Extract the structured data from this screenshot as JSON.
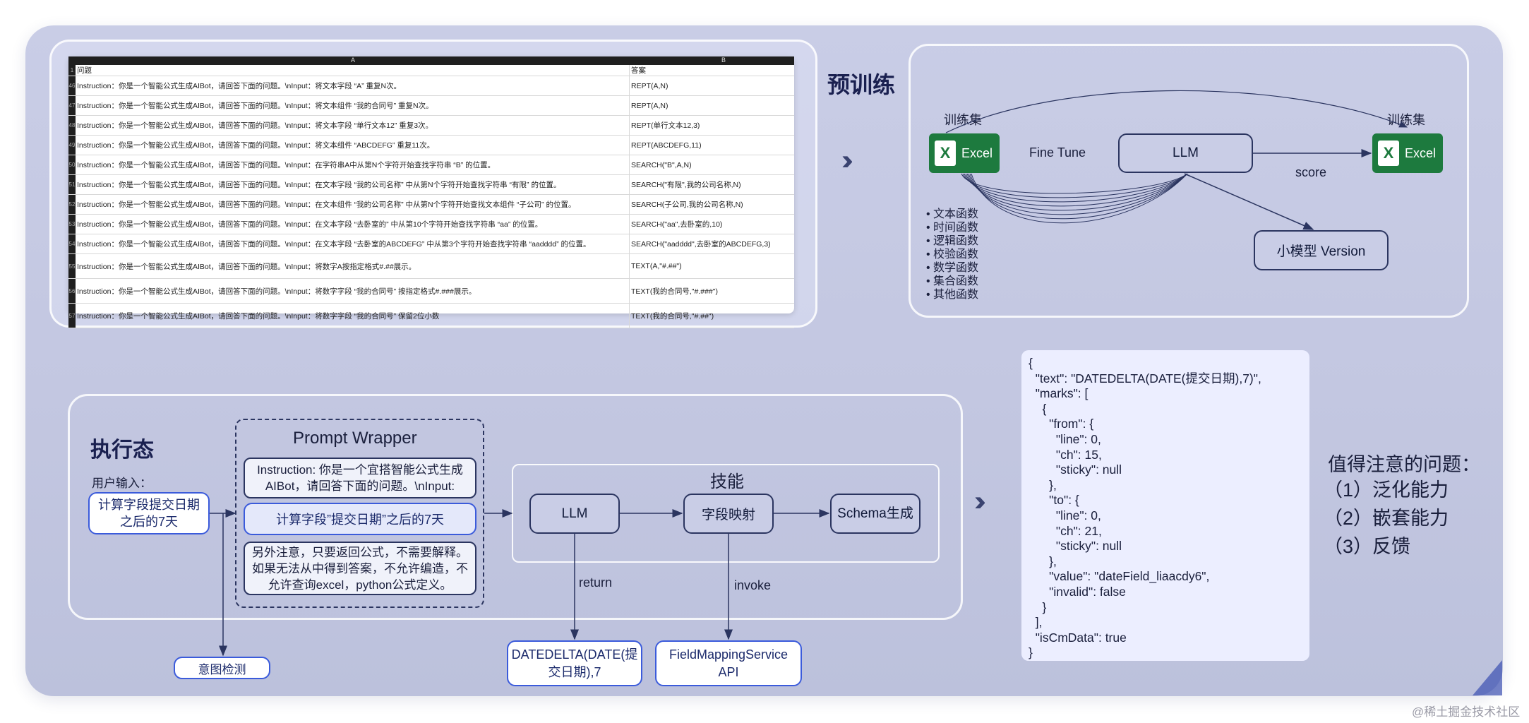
{
  "pretrain": {
    "title": "预训练",
    "trainset_left": "训练集",
    "trainset_right": "训练集",
    "excel_label": "Excel",
    "fine_tune": "Fine Tune",
    "llm": "LLM",
    "score": "score",
    "small_model": "小模型 Version",
    "func_list": [
      "文本函数",
      "时间函数",
      "逻辑函数",
      "校验函数",
      "数学函数",
      "集合函数",
      "其他函数"
    ]
  },
  "sheet": {
    "col_a": "A",
    "col_b": "B",
    "header_q": "问题",
    "header_a": "答案",
    "rows": [
      {
        "n": "46",
        "q": "Instruction：你是一个智能公式生成AIBot，请回答下面的问题。\\nInput：将文本字段 “A” 重复N次。",
        "a": "REPT(A,N)"
      },
      {
        "n": "47",
        "q": "Instruction：你是一个智能公式生成AIBot，请回答下面的问题。\\nInput：将文本组件 “我的合同号” 重复N次。",
        "a": "REPT(A,N)"
      },
      {
        "n": "48",
        "q": "Instruction：你是一个智能公式生成AIBot，请回答下面的问题。\\nInput：将文本字段 “单行文本12” 重复3次。",
        "a": "REPT(单行文本12,3)"
      },
      {
        "n": "49",
        "q": "Instruction：你是一个智能公式生成AIBot，请回答下面的问题。\\nInput：将文本组件 “ABCDEFG” 重复11次。",
        "a": "REPT(ABCDEFG,11)"
      },
      {
        "n": "50",
        "q": "Instruction：你是一个智能公式生成AIBot，请回答下面的问题。\\nInput：在字符串A中从第N个字符开始查找字符串 “B” 的位置。",
        "a": "SEARCH(\"B\",A,N)"
      },
      {
        "n": "51",
        "q": "Instruction：你是一个智能公式生成AIBot，请回答下面的问题。\\nInput：在文本字段 “我的公司名称” 中从第N个字符开始查找字符串 “有限” 的位置。",
        "a": "SEARCH(\"有限\",我的公司名称,N)"
      },
      {
        "n": "52",
        "q": "Instruction：你是一个智能公式生成AIBot，请回答下面的问题。\\nInput：在文本组件 “我的公司名称” 中从第N个字符开始查找文本组件 “子公司” 的位置。",
        "a": "SEARCH(子公司,我的公司名称,N)"
      },
      {
        "n": "53",
        "q": "Instruction：你是一个智能公式生成AIBot，请回答下面的问题。\\nInput：在文本字段 “去卧室的” 中从第10个字符开始查找字符串 “aa” 的位置。",
        "a": "SEARCH(\"aa\",去卧室的,10)"
      },
      {
        "n": "54",
        "q": "Instruction：你是一个智能公式生成AIBot，请回答下面的问题。\\nInput：在文本字段 “去卧室的ABCDEFG” 中从第3个字符开始查找字符串 “aadddd” 的位置。",
        "a": "SEARCH(\"aadddd\",去卧室的ABCDEFG,3)"
      },
      {
        "n": "55",
        "q": "Instruction：你是一个智能公式生成AIBot，请回答下面的问题。\\nInput：将数字A按指定格式#.##展示。",
        "a": "TEXT(A,\"#.##\")"
      },
      {
        "n": "56",
        "q": "Instruction：你是一个智能公式生成AIBot，请回答下面的问题。\\nInput：将数字字段 “我的合同号” 按指定格式#.###展示。",
        "a": "TEXT(我的合同号,\"#.###\")"
      },
      {
        "n": "57",
        "q": "Instruction：你是一个智能公式生成AIBot，请回答下面的问题。\\nInput：将数字字段 “我的合同号” 保留2位小数",
        "a": "TEXT(我的合同号,\"#.##\")"
      }
    ]
  },
  "exec": {
    "title": "执行态",
    "user_input_label": "用户输入：",
    "user_input_value": "计算字段提交日期之后的7天",
    "intent": "意图检测",
    "prompt_wrapper_title": "Prompt Wrapper",
    "prompt_instruction": "Instruction: 你是一个宜搭智能公式生成AIBot，请回答下面的问题。\\nInput:",
    "prompt_input": "计算字段”提交日期”之后的7天",
    "prompt_note": "另外注意，只要返回公式，不需要解释。如果无法从中得到答案，不允许编造，不允许查询excel，python公式定义。",
    "skills_title": "技能",
    "llm": "LLM",
    "field_mapping": "字段映射",
    "schema": "Schema生成",
    "return_label": "return",
    "invoke_label": "invoke",
    "return_value": "DATEDELTA(DATE(提交日期),7",
    "invoke_value": "FieldMappingService API"
  },
  "code_lines": [
    "{",
    "  \"text\": \"DATEDELTA(DATE(提交日期),7)\",",
    "  \"marks\": [",
    "    {",
    "      \"from\": {",
    "        \"line\": 0,",
    "        \"ch\": 15,",
    "        \"sticky\": null",
    "      },",
    "      \"to\": {",
    "        \"line\": 0,",
    "        \"ch\": 21,",
    "        \"sticky\": null",
    "      },",
    "      \"value\": \"dateField_liaacdy6\",",
    "      \"invalid\": false",
    "    }",
    "  ],",
    "  \"isCmData\": true",
    "}"
  ],
  "issues": {
    "title": "值得注意的问题：",
    "items": [
      "（1）泛化能力",
      "（2）嵌套能力",
      "（3）反馈"
    ]
  },
  "watermark": "@稀土掘金技术社区"
}
